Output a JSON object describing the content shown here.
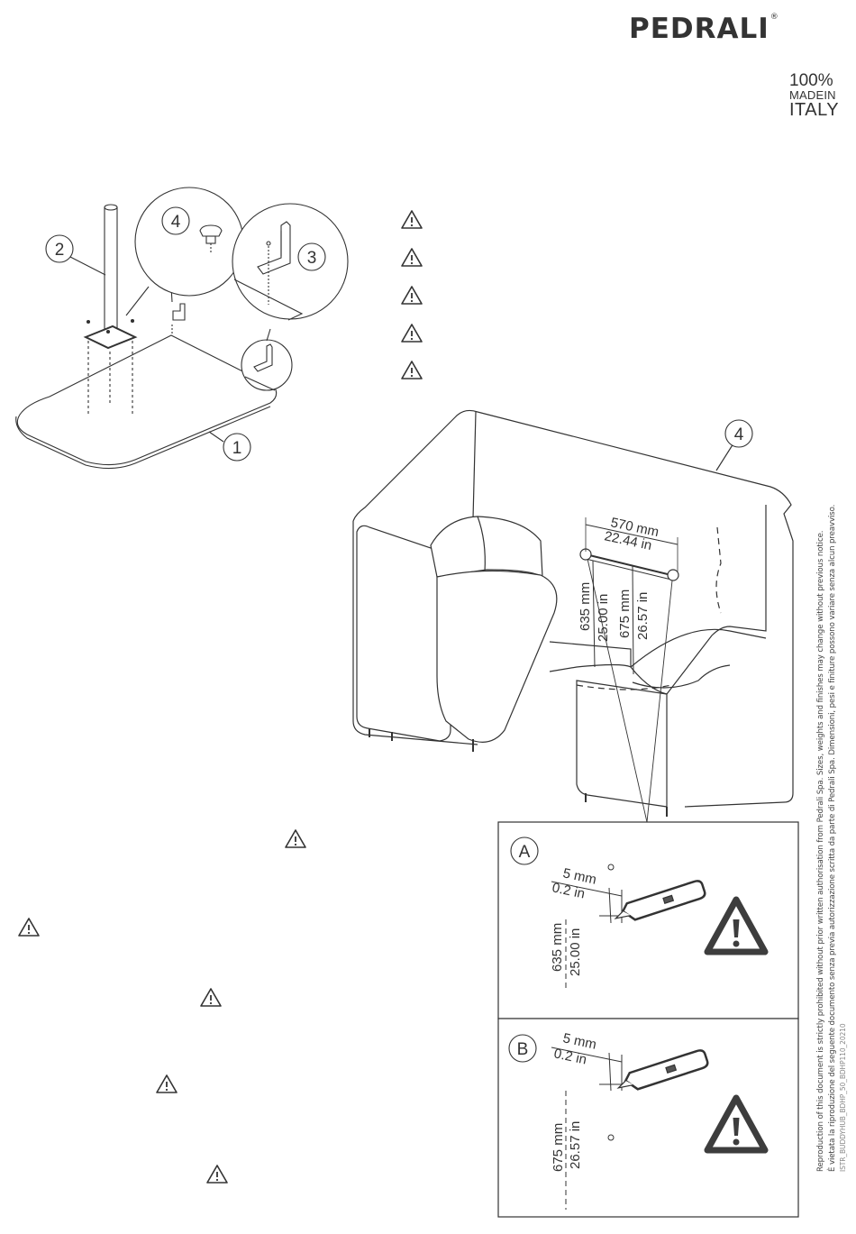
{
  "brand": {
    "logo": "PEDRALI",
    "registered": "®",
    "made_line1": "100%",
    "made_line2": "MADEIN",
    "made_line3": "ITALY"
  },
  "legal": {
    "en": "Reproduction of this document is strictly prohibited without prior written authorisation from Pedrali Spa. Sizes, weights and finishes may change without previous notice.",
    "it": "È vietata la riproduzione del seguente documento senza previa autorizzazione scritta da parte di Pedrali Spa. Dimensioni, pesi e finiture possono variare senza alcun preavviso.",
    "code": "ISTR_BUDDYHUB_BDHP_50_BDHP110_20210"
  },
  "parts": {
    "p1": "1",
    "p2": "2",
    "p3": "3",
    "p4": "4",
    "sofa": "4"
  },
  "dimensions": {
    "width_mm": "570 mm",
    "width_in": "22.44 in",
    "h1_mm": "635 mm",
    "h1_in": "25.00 in",
    "h2_mm": "675 mm",
    "h2_in": "26.57 in"
  },
  "detail_a": {
    "label": "A",
    "offset_mm": "5 mm",
    "offset_in": "0.2 in",
    "height_mm": "635 mm",
    "height_in": "25.00 in"
  },
  "detail_b": {
    "label": "B",
    "offset_mm": "5 mm",
    "offset_in": "0.2 in",
    "height_mm": "675 mm",
    "height_in": "26.57 in"
  },
  "icons": {
    "warning": "warning-triangle-icon",
    "cutter": "utility-knife-icon"
  }
}
